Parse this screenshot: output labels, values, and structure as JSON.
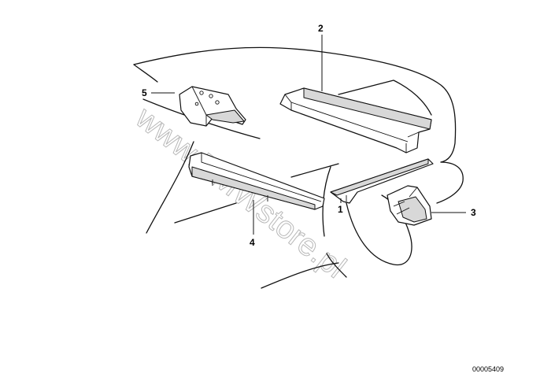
{
  "callouts": {
    "c1": "1",
    "c2": "2",
    "c3": "3",
    "c4": "4",
    "c5": "5"
  },
  "document_number": "00005409",
  "watermark": "www.BMWstore.pl"
}
